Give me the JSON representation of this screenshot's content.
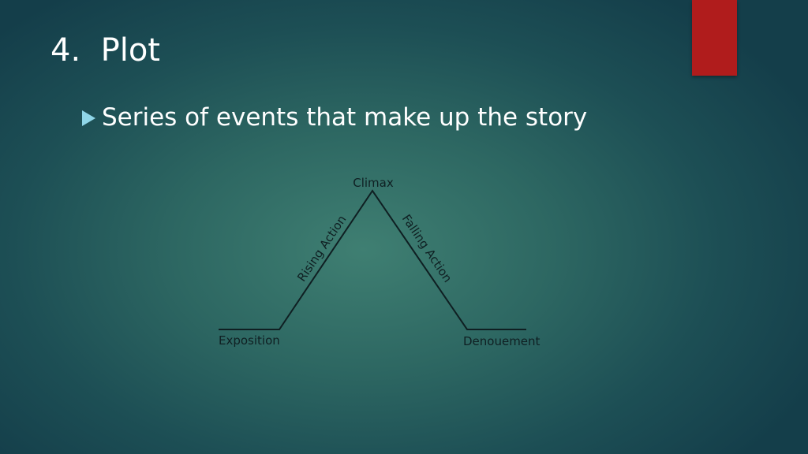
{
  "slide": {
    "title": "4.  Plot",
    "bullets": [
      {
        "text": "Series of events that make up the story"
      }
    ]
  },
  "diagram": {
    "labels": {
      "climax": "Climax",
      "rising": "Rising Action",
      "falling": "Falling Action",
      "exposition": "Exposition",
      "denouement": "Denouement"
    }
  },
  "colors": {
    "accent": "#b01c1c",
    "bullet": "#8fd6e8",
    "text": "#ffffff",
    "diagram_ink": "#0f1f22"
  },
  "icons": {
    "bullet": "triangle-right-icon"
  }
}
